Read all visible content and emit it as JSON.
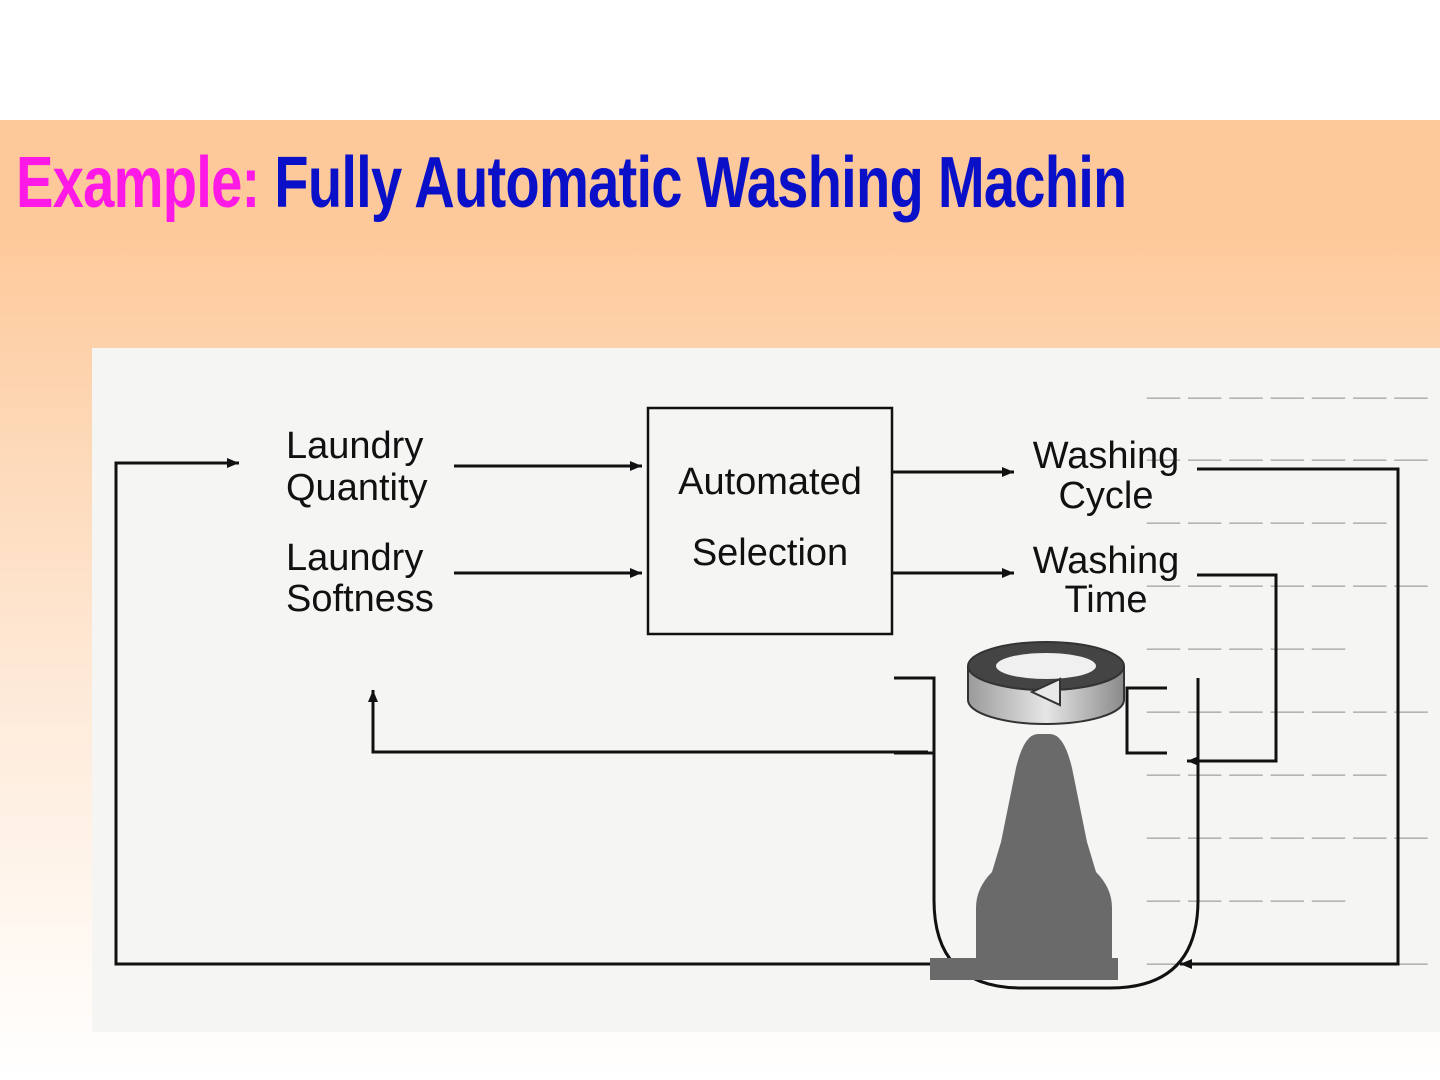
{
  "slide": {
    "title_prefix": "Example:",
    "title_main": "Fully Automatic Washing Machine",
    "colors": {
      "background": "#fec99a",
      "title_prefix": "#ff19e6",
      "title_main": "#0a10c8"
    }
  },
  "diagram": {
    "inputs": [
      {
        "line1": "Laundry",
        "line2": "Quantity"
      },
      {
        "line1": "Laundry",
        "line2": "Softness"
      }
    ],
    "controller": {
      "line1": "Automated",
      "line2": "Selection"
    },
    "outputs": [
      {
        "line1": "Washing",
        "line2": "Cycle"
      },
      {
        "line1": "Washing",
        "line2": "Time"
      }
    ]
  }
}
